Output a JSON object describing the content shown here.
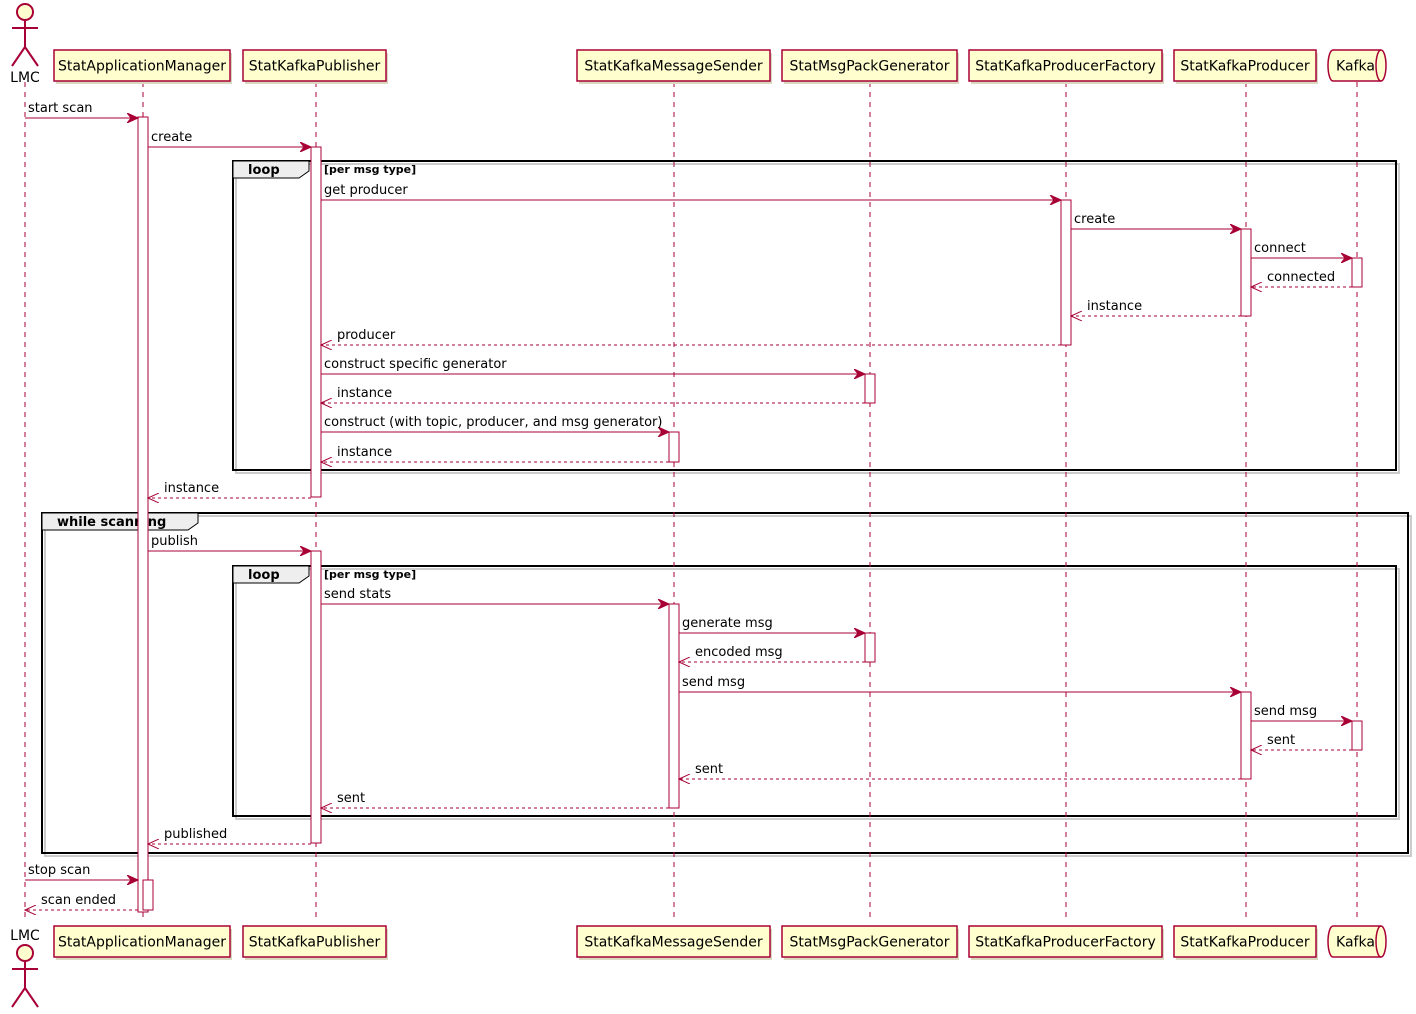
{
  "diagram": {
    "type": "sequence",
    "colors": {
      "line": "#A80036",
      "box_fill": "#FEFECE",
      "group_border": "#000000",
      "text": "#000000"
    },
    "participants": [
      {
        "id": "lmc",
        "label": "LMC",
        "kind": "actor"
      },
      {
        "id": "sam",
        "label": "StatApplicationManager",
        "kind": "participant"
      },
      {
        "id": "skp",
        "label": "StatKafkaPublisher",
        "kind": "participant"
      },
      {
        "id": "skms",
        "label": "StatKafkaMessageSender",
        "kind": "participant"
      },
      {
        "id": "smpg",
        "label": "StatMsgPackGenerator",
        "kind": "participant"
      },
      {
        "id": "skpf",
        "label": "StatKafkaProducerFactory",
        "kind": "participant"
      },
      {
        "id": "skprod",
        "label": "StatKafkaProducer",
        "kind": "participant"
      },
      {
        "id": "kafka",
        "label": "Kafka",
        "kind": "queue"
      }
    ],
    "messages": [
      {
        "from": "lmc",
        "to": "sam",
        "label": "start scan",
        "style": "sync"
      },
      {
        "from": "sam",
        "to": "skp",
        "label": "create",
        "style": "sync"
      },
      {
        "from": "skp",
        "to": "skpf",
        "label": "get producer",
        "style": "sync"
      },
      {
        "from": "skpf",
        "to": "skprod",
        "label": "create",
        "style": "sync"
      },
      {
        "from": "skprod",
        "to": "kafka",
        "label": "connect",
        "style": "sync"
      },
      {
        "from": "kafka",
        "to": "skprod",
        "label": "connected",
        "style": "return"
      },
      {
        "from": "skprod",
        "to": "skpf",
        "label": "instance",
        "style": "return"
      },
      {
        "from": "skpf",
        "to": "skp",
        "label": "producer",
        "style": "return"
      },
      {
        "from": "skp",
        "to": "smpg",
        "label": "construct specific generator",
        "style": "sync"
      },
      {
        "from": "smpg",
        "to": "skp",
        "label": "instance",
        "style": "return"
      },
      {
        "from": "skp",
        "to": "skms",
        "label": "construct (with topic, producer, and msg generator)",
        "style": "sync"
      },
      {
        "from": "skms",
        "to": "skp",
        "label": "instance",
        "style": "return"
      },
      {
        "from": "skp",
        "to": "sam",
        "label": "instance",
        "style": "return"
      },
      {
        "from": "sam",
        "to": "skp",
        "label": "publish",
        "style": "sync"
      },
      {
        "from": "skp",
        "to": "skms",
        "label": "send stats",
        "style": "sync"
      },
      {
        "from": "skms",
        "to": "smpg",
        "label": "generate msg",
        "style": "sync"
      },
      {
        "from": "smpg",
        "to": "skms",
        "label": "encoded msg",
        "style": "return"
      },
      {
        "from": "skms",
        "to": "skprod",
        "label": "send msg",
        "style": "sync"
      },
      {
        "from": "skprod",
        "to": "kafka",
        "label": "send msg",
        "style": "sync"
      },
      {
        "from": "kafka",
        "to": "skprod",
        "label": "sent",
        "style": "return"
      },
      {
        "from": "skprod",
        "to": "skms",
        "label": "sent",
        "style": "return"
      },
      {
        "from": "skms",
        "to": "skp",
        "label": "sent",
        "style": "return"
      },
      {
        "from": "skp",
        "to": "sam",
        "label": "published",
        "style": "return"
      },
      {
        "from": "lmc",
        "to": "sam",
        "label": "stop scan",
        "style": "sync"
      },
      {
        "from": "sam",
        "to": "lmc",
        "label": "scan ended",
        "style": "return"
      }
    ],
    "groups": [
      {
        "keyword": "loop",
        "condition": "[per msg type]"
      },
      {
        "keyword": "while scanning",
        "condition": ""
      },
      {
        "keyword": "loop",
        "condition": "[per msg type]"
      }
    ]
  }
}
